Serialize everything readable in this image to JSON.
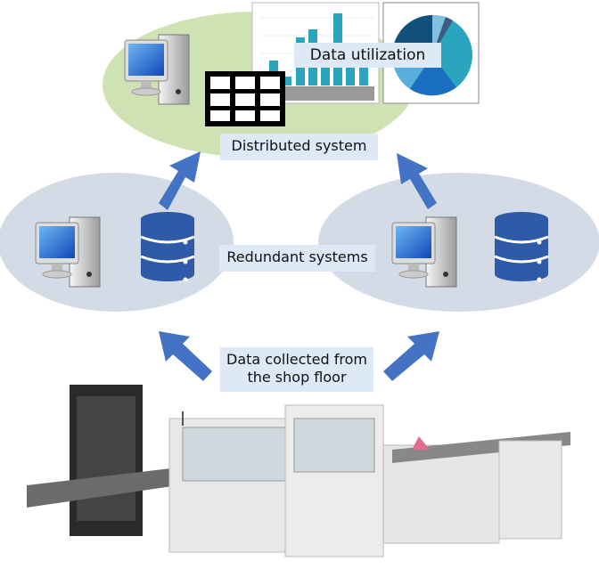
{
  "labels": {
    "data_utilization": "Data utilization",
    "distributed_system": "Distributed system",
    "redundant_systems": "Redundant systems",
    "data_collected": "Data collected from the shop floor"
  },
  "colors": {
    "green_zone": "#cfe2b4",
    "gray_zone": "#d3dbe6",
    "arrow": "#4472c4",
    "label_bg": "#dde9f6",
    "bar": "#2aa5be",
    "database": "#2e5aa8"
  },
  "icons": [
    "computer-icon",
    "table-icon",
    "database-icon",
    "bar-chart-icon",
    "pie-chart-icon",
    "factory-line-icon"
  ]
}
